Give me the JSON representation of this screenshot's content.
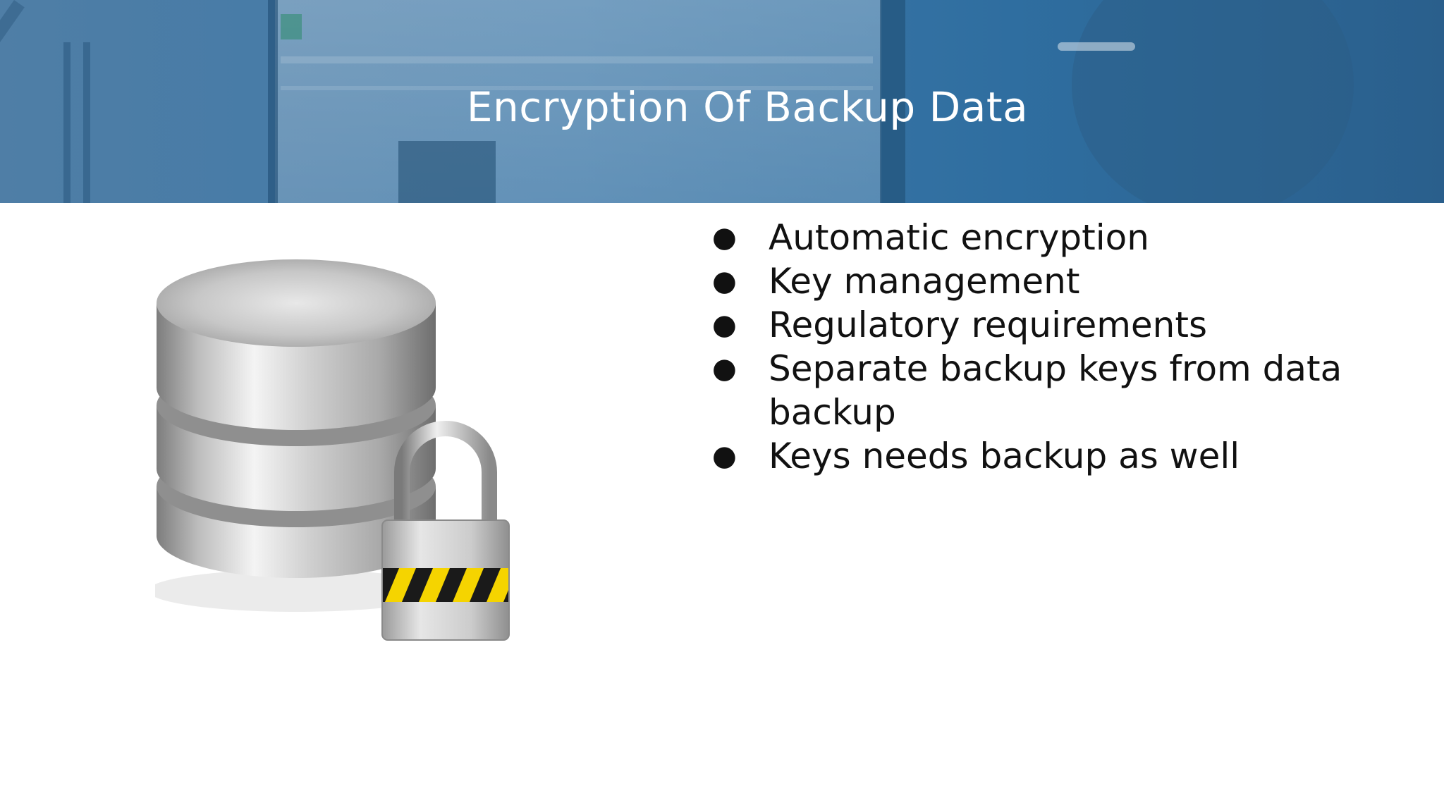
{
  "slide": {
    "title": "Encryption Of Backup Data",
    "bullets": [
      "Automatic encryption",
      "Key management",
      "Regulatory requirements",
      "Separate backup keys from data backup",
      "Keys needs backup as well"
    ],
    "bullet_glyph": "●"
  },
  "illustration": {
    "icon": "database-lock-icon",
    "colors": {
      "cylinder": "#b9b9b9",
      "lock_body": "#c8c8c8",
      "stripe_yellow": "#f5d400",
      "stripe_black": "#1a1a1a"
    }
  },
  "header": {
    "background_colors": [
      "#4f7ea6",
      "#2a5f8c"
    ]
  }
}
